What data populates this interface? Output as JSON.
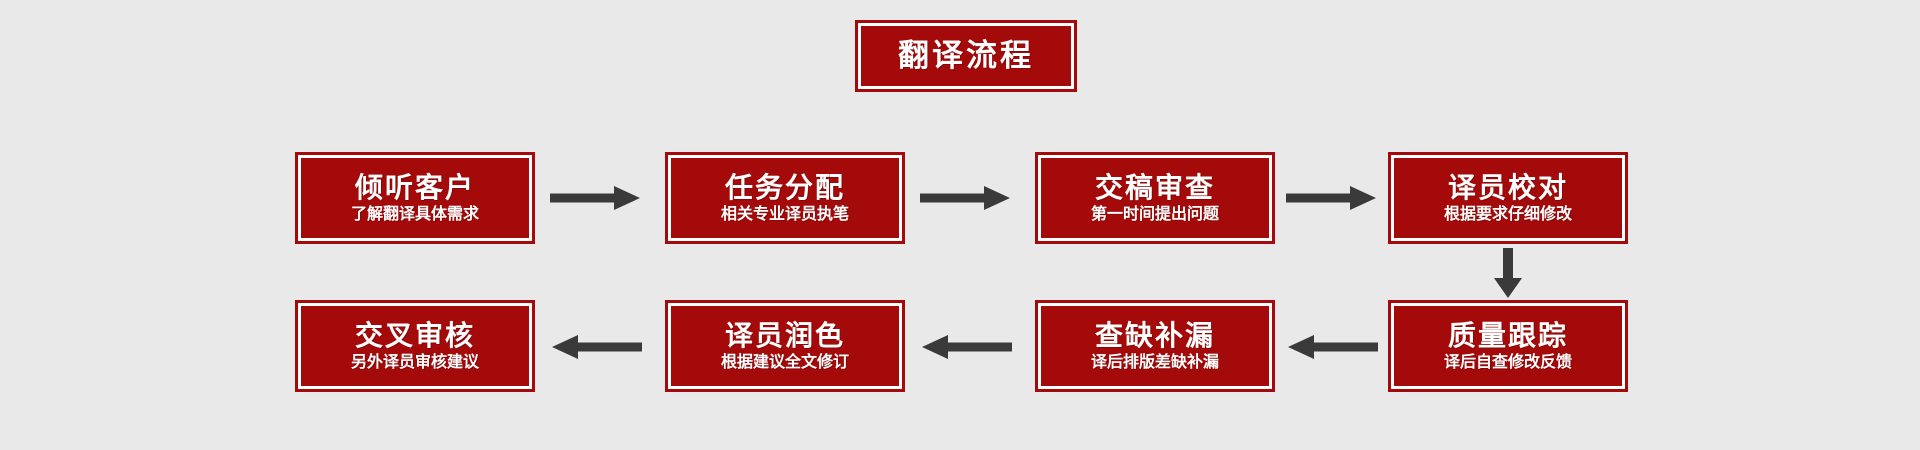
{
  "page": {
    "background_color": "#e9e9e9",
    "box_fill_color": "#a50a0a",
    "box_border_color": "#a50a0a",
    "box_inner_border_color": "#ffffff",
    "text_color": "#ffffff",
    "arrow_color": "#3a3a3a"
  },
  "header": {
    "title": "翻译流程"
  },
  "steps": [
    {
      "title": "倾听客户",
      "sub": "了解翻译具体需求",
      "row": 1,
      "order": 1
    },
    {
      "title": "任务分配",
      "sub": "相关专业译员执笔",
      "row": 1,
      "order": 2
    },
    {
      "title": "交稿审查",
      "sub": "第一时间提出问题",
      "row": 1,
      "order": 3
    },
    {
      "title": "译员校对",
      "sub": "根据要求仔细修改",
      "row": 1,
      "order": 4
    },
    {
      "title": "质量跟踪",
      "sub": "译后自查修改反馈",
      "row": 2,
      "order": 5
    },
    {
      "title": "查缺补漏",
      "sub": "译后排版差缺补漏",
      "row": 2,
      "order": 6
    },
    {
      "title": "译员润色",
      "sub": "根据建议全文修订",
      "row": 2,
      "order": 7
    },
    {
      "title": "交叉审核",
      "sub": "另外译员审核建议",
      "row": 2,
      "order": 8
    }
  ],
  "connectors": [
    {
      "name": "arrow-step1-to-step2",
      "direction": "right"
    },
    {
      "name": "arrow-step2-to-step3",
      "direction": "right"
    },
    {
      "name": "arrow-step3-to-step4",
      "direction": "right"
    },
    {
      "name": "arrow-step4-to-step5",
      "direction": "down"
    },
    {
      "name": "arrow-step5-to-step6",
      "direction": "left"
    },
    {
      "name": "arrow-step6-to-step7",
      "direction": "left"
    },
    {
      "name": "arrow-step7-to-step8",
      "direction": "left"
    }
  ]
}
